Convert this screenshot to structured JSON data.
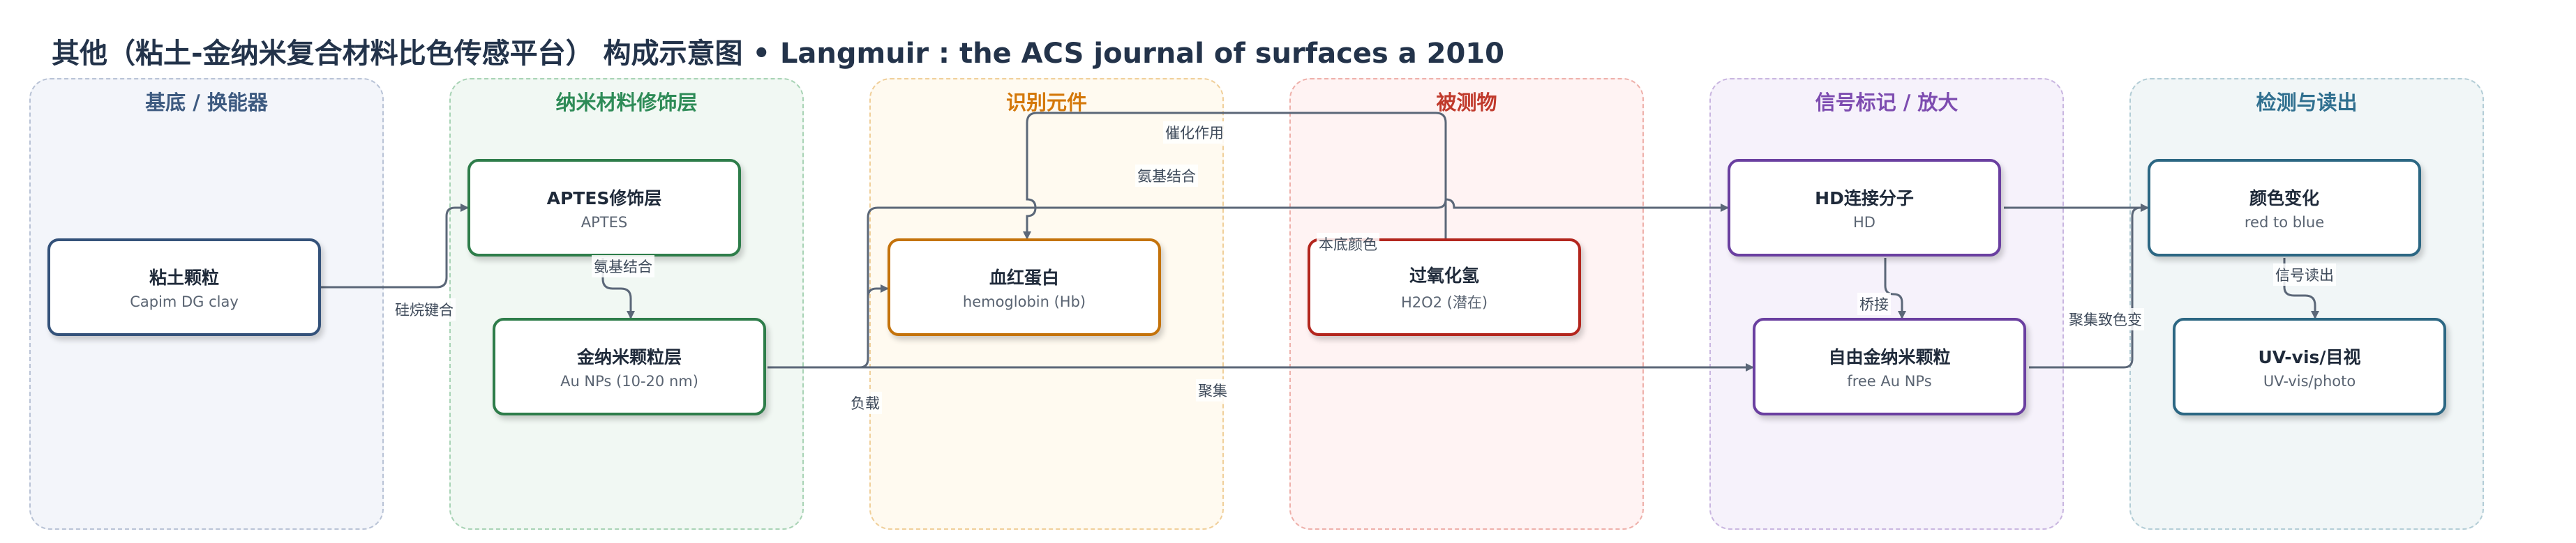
{
  "title": "其他（粘土-金纳米复合材料比色传感平台） 构成示意图 • Langmuir : the ACS journal of surfaces a 2010",
  "lanes": [
    {
      "label": "基底 / 换能器",
      "color": "#3d5a80",
      "fill": "#f3f5fa",
      "border": "#b9c3d6"
    },
    {
      "label": "纳米材料修饰层",
      "color": "#2e8b57",
      "fill": "#f1f8f3",
      "border": "#a8d3b5"
    },
    {
      "label": "识别元件",
      "color": "#d4780a",
      "fill": "#fffaf0",
      "border": "#f0cf9a"
    },
    {
      "label": "被测物",
      "color": "#c0392b",
      "fill": "#fff3f3",
      "border": "#eeb0aa"
    },
    {
      "label": "信号标记 / 放大",
      "color": "#7d4cb0",
      "fill": "#f6f2fb",
      "border": "#c9b6e0"
    },
    {
      "label": "检测与读出",
      "color": "#2f6f8f",
      "fill": "#f1f6f7",
      "border": "#b3cdd6"
    }
  ],
  "nodes": {
    "clay": {
      "title": "粘土颗粒",
      "sub": "Capim DG clay",
      "color": "#34527a"
    },
    "aptes": {
      "title": "APTES修饰层",
      "sub": "APTES",
      "color": "#2e7d4a"
    },
    "aunps": {
      "title": "金纳米颗粒层",
      "sub": "Au NPs (10-20 nm)",
      "color": "#2e7d4a"
    },
    "hb": {
      "title": "血红蛋白",
      "sub": "hemoglobin (Hb)",
      "color": "#c4730c"
    },
    "h2o2": {
      "title": "过氧化氢",
      "sub": "H2O2 (潜在)",
      "color": "#b3261e"
    },
    "hd": {
      "title": "HD连接分子",
      "sub": "HD",
      "color": "#6a3fa0"
    },
    "free": {
      "title": "自由金纳米颗粒",
      "sub": "free Au NPs",
      "color": "#6a3fa0"
    },
    "color": {
      "title": "颜色变化",
      "sub": "red to blue",
      "color": "#2c6783"
    },
    "uv": {
      "title": "UV-vis/目视",
      "sub": "UV-vis/photo",
      "color": "#2c6783"
    }
  },
  "edge_labels": {
    "silane": "硅烷键合",
    "amino1": "氨基结合",
    "amino2": "氨基结合",
    "catalysis": "催化作用",
    "load": "负载",
    "bg_color": "本底颜色",
    "aggregate": "聚集",
    "bridge": "桥接",
    "agg_color": "聚集致色变",
    "readout": "信号读出"
  },
  "colors": {
    "edge": "#5b6778",
    "title": "#23334a"
  }
}
